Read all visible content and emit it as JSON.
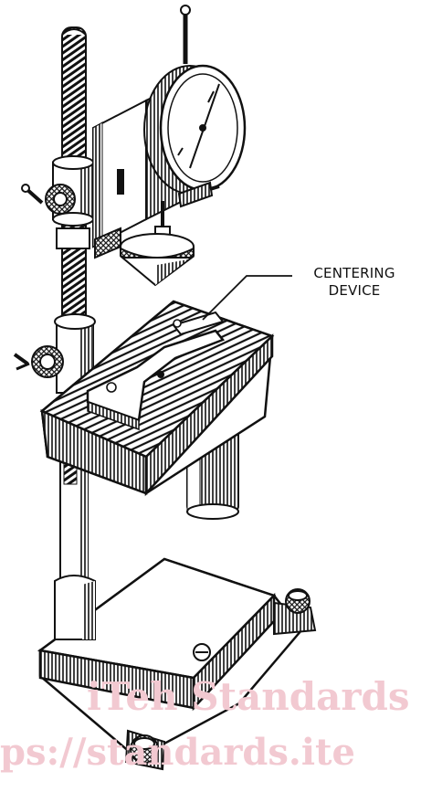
{
  "callout": {
    "line1": "CENTERING",
    "line2": "DEVICE"
  },
  "watermark": {
    "line1": "iTeh Standards",
    "line2": "ps://standards.ite"
  },
  "colors": {
    "ink": "#111111",
    "paper": "#ffffff",
    "watermark": "#f2c9d1"
  }
}
